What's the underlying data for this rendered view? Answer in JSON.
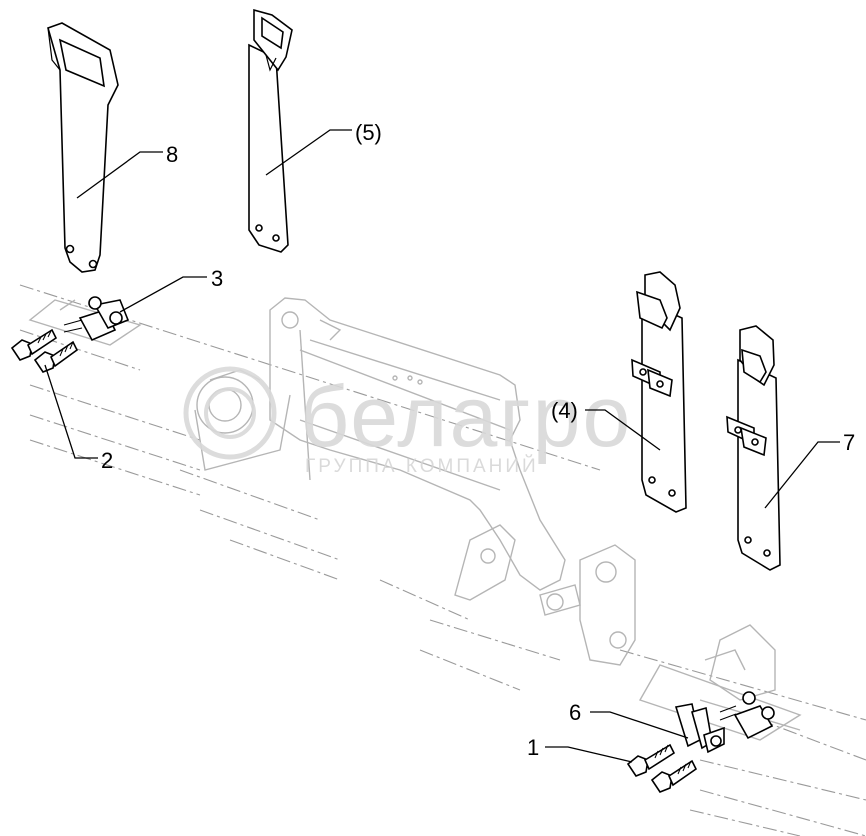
{
  "callouts": {
    "c1": "1",
    "c2": "2",
    "c3": "3",
    "c4": "(4)",
    "c5": "(5)",
    "c6": "6",
    "c7": "7",
    "c8": "8"
  },
  "watermark": {
    "brand": "белагро",
    "tagline": "ГРУППА КОМПАНИЙ"
  }
}
